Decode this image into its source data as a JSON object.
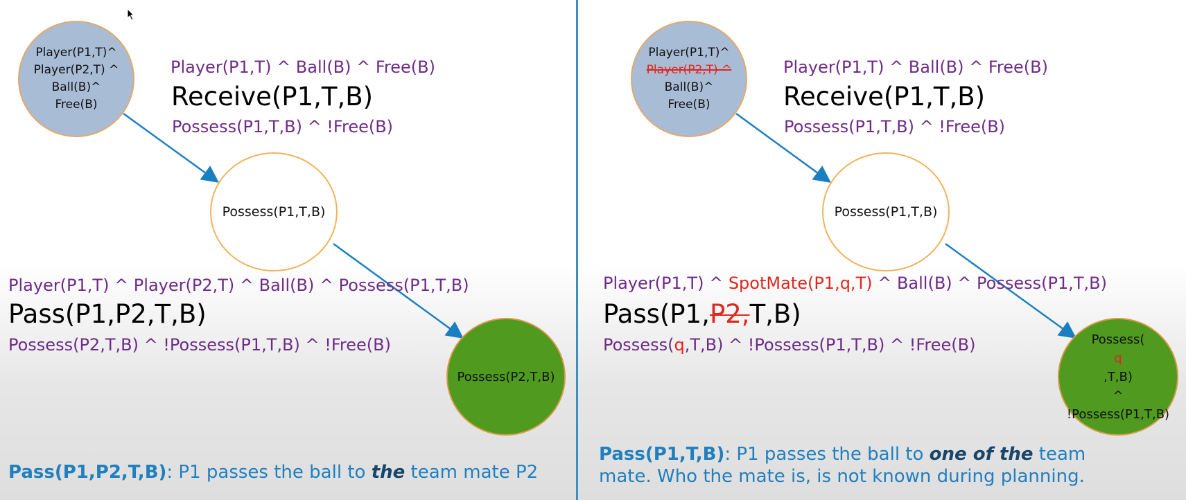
{
  "left": {
    "init_state": [
      "Player(P1,T)^",
      "Player(P2,T) ^",
      "Ball(B)^",
      "Free(B)"
    ],
    "receive": {
      "pre": "Player(P1,T) ^ Ball(B) ^ Free(B)",
      "name": "Receive(P1,T,B)",
      "post": "Possess(P1,T,B) ^ !Free(B)"
    },
    "mid_state": "Possess(P1,T,B)",
    "pass": {
      "pre": "Player(P1,T) ^ Player(P2,T) ^ Ball(B) ^ Possess(P1,T,B)",
      "name": "Pass(P1,P2,T,B)",
      "post": "Possess(P2,T,B) ^ !Possess(P1,T,B) ^ !Free(B)"
    },
    "goal_state": "Possess(P2,T,B)",
    "caption": {
      "bold": "Pass(P1,P2,T,B)",
      "text1": ": P1 passes the ball to ",
      "emph": "the",
      "text2": " team mate P2"
    }
  },
  "right": {
    "init_state": {
      "line1": "Player(P1,T)^",
      "line2_struck": "Player(P2,T) ^",
      "line3": "Ball(B)^",
      "line4": "Free(B)"
    },
    "receive": {
      "pre": "Player(P1,T) ^ Ball(B) ^ Free(B)",
      "name": "Receive(P1,T,B)",
      "post": "Possess(P1,T,B) ^ !Free(B)"
    },
    "mid_state": "Possess(P1,T,B)",
    "pass": {
      "pre_a": "Player(P1,T) ^ ",
      "pre_b": "SpotMate(P1,q,T)",
      "pre_c": " ^ Ball(B) ^ Possess(P1,T,B)",
      "name_a": "Pass(P1,",
      "name_struck": "P2,",
      "name_b": "T,B)",
      "post_a": "Possess(",
      "post_q": "q",
      "post_b": ",T,B) ^ !Possess(P1,T,B) ^ !Free(B)"
    },
    "goal_state": {
      "l1a": "Possess(",
      "l1q": "q",
      "l1b": ",T,B)",
      "l2": "^",
      "l3": "!Possess(P1,T,B)"
    },
    "caption": {
      "bold": "Pass(P1,T,B)",
      "text1": ": P1 passes the ball to ",
      "emph": "one of the",
      "text2": " team",
      "line2": "mate. Who the mate is, is not known during planning."
    }
  },
  "colors": {
    "arrow": "#1a7fc1",
    "condition": "#6e2b87",
    "highlight": "#e0271e",
    "caption": "#1f7fbf",
    "divider": "#3d8fc0"
  }
}
